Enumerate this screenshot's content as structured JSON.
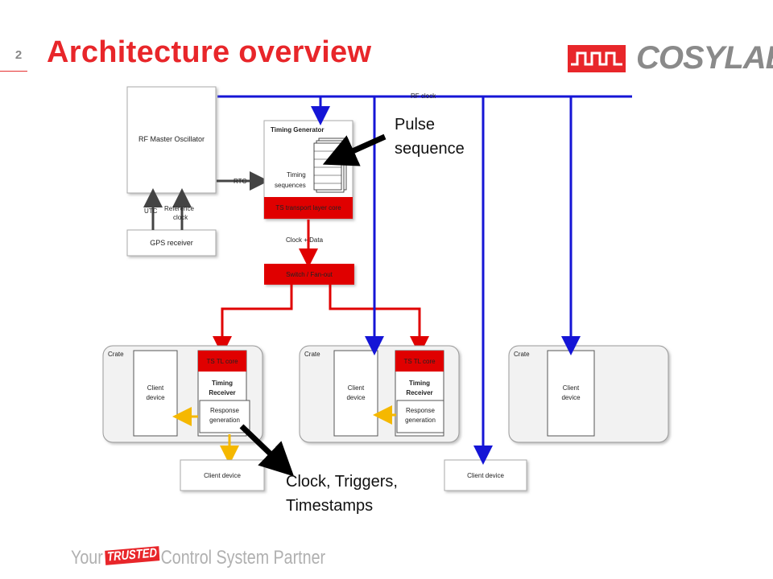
{
  "slide": {
    "number": "2",
    "title": "Architecture overview"
  },
  "logo": {
    "text": "COSYLAB",
    "color": "#e8262a"
  },
  "colors": {
    "accent": "#e8262a",
    "rf_line": "#1515d6",
    "data_line": "#e00000",
    "trigger": "#f5b800",
    "rtc": "#444444"
  },
  "diagram": {
    "rf_clock": "RF clock",
    "rf_master": "RF Master Oscillator",
    "rtc": "RTC",
    "utc": "UTC",
    "reference_clock": [
      "Reference",
      "clock"
    ],
    "gps": "GPS receiver",
    "timing_generator": "Timing Generator",
    "timing_sequences": [
      "Timing",
      "sequences"
    ],
    "ts_transport": "TS transport layer core",
    "clock_data": "Clock + Data",
    "switch": "Switch / Fan-out",
    "crate": "Crate",
    "client_device": [
      "Client",
      "device"
    ],
    "ts_tl_core": "TS TL core",
    "timing_receiver": [
      "Timing",
      "Receiver"
    ],
    "response_generation": [
      "Response",
      "generation"
    ],
    "client_device_box": "Client device"
  },
  "callouts": {
    "pulse": [
      "Pulse",
      "sequence"
    ],
    "clock_triggers": [
      "Clock, Triggers,",
      "Timestamps"
    ]
  },
  "footer": {
    "before": "Your",
    "trusted": "TRUSTED",
    "after": "Control System Partner"
  }
}
